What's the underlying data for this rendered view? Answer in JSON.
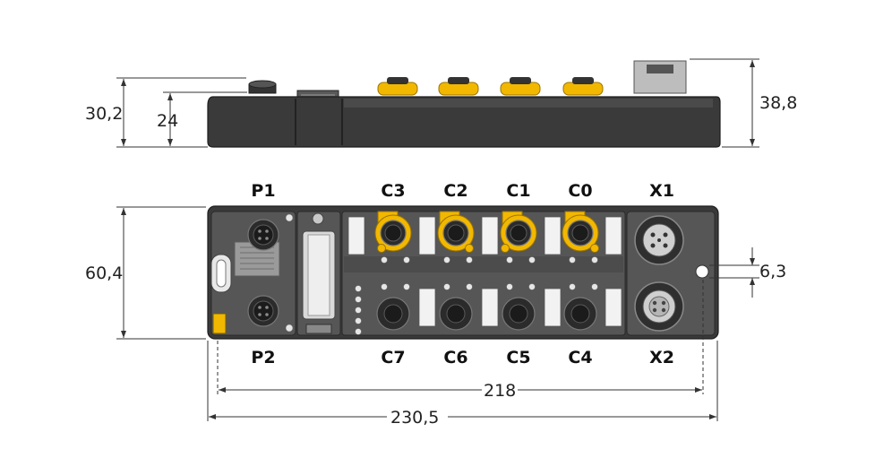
{
  "side_view": {
    "dim_height_total": "30,2",
    "dim_height_body": "24",
    "dim_height_connector": "38,8"
  },
  "top_view": {
    "labels_top": [
      "P1",
      "C3",
      "C2",
      "C1",
      "C0",
      "X1"
    ],
    "labels_bottom": [
      "P2",
      "C7",
      "C6",
      "C5",
      "C4",
      "X2"
    ],
    "dim_height": "60,4",
    "dim_hole_offset": "6,3",
    "dim_hole_spacing": "218",
    "dim_total_length": "230,5"
  },
  "colors": {
    "housing": "#3a3a3a",
    "connector_ring": "#f2b800"
  }
}
